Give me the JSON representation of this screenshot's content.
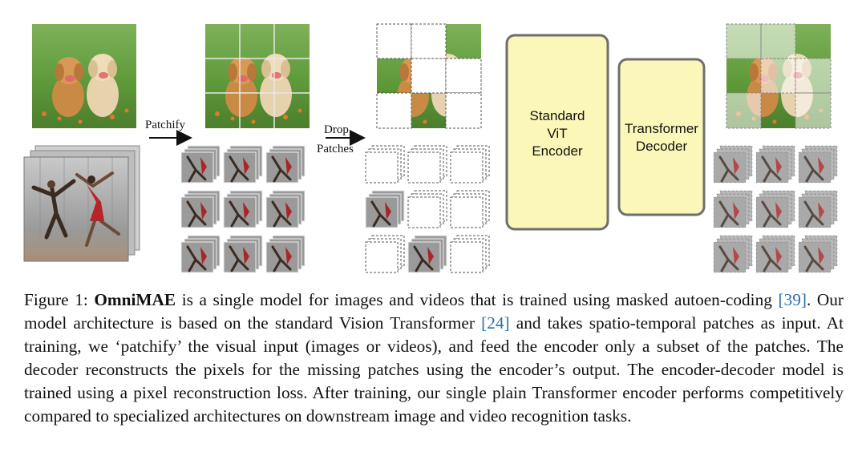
{
  "figure": {
    "arrow_patchify": "Patchify",
    "arrow_drop_line1": "Drop",
    "arrow_drop_line2": "Patches",
    "encoder_line1": "Standard",
    "encoder_line2": "ViT",
    "encoder_line3": "Encoder",
    "decoder_line1": "Transformer",
    "decoder_line2": "Decoder"
  },
  "caption": {
    "prefix": "Figure 1: ",
    "model_name": "OmniMAE",
    "text1": " is a single model for images and videos that is trained using masked autoen-coding ",
    "ref1": "[39]",
    "text2": ". Our model architecture is based on the standard Vision Transformer ",
    "ref2": "[24]",
    "text3": " and takes spatio-temporal patches as input. At training, we ‘patchify’ the visual input (images or videos), and feed the encoder only a subset of the patches. The decoder reconstructs the pixels for the missing patches using the encoder’s output. The encoder-decoder model is trained using a pixel reconstruction loss. After training, our single plain Transformer encoder performs competitively compared to specialized architectures on downstream image and video recognition tasks."
  },
  "colors": {
    "box_fill": "#fbf7b8",
    "box_stroke": "#6e6e6e",
    "grass": "#5b9a3c",
    "ref_link": "#2a6fb0"
  }
}
